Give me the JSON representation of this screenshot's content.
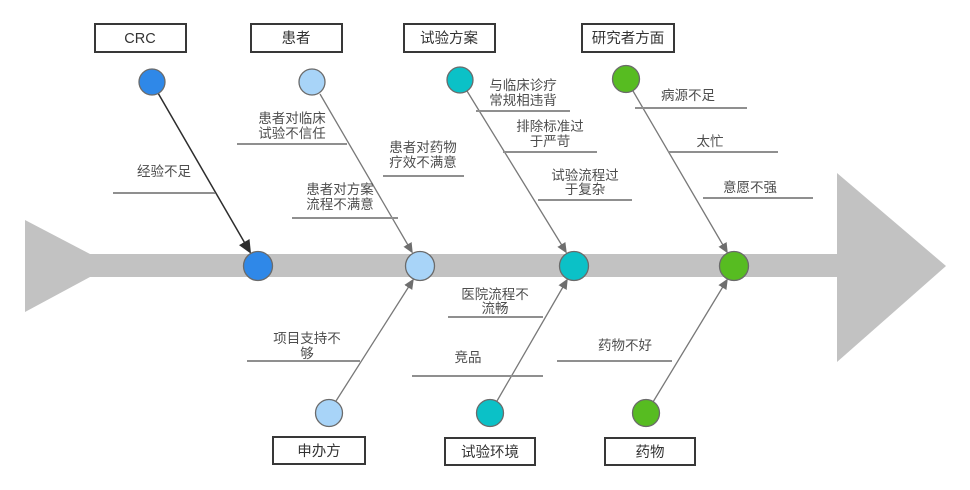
{
  "diagram_type": "fishbone-cause-effect",
  "colors": {
    "spine_gray": "#c2c2c2",
    "crc_blue": "#2f88e8",
    "patient_light_blue": "#a8d4f8",
    "protocol_teal": "#0bc1c7",
    "researcher_green": "#57bc21",
    "branch_line": "#787878",
    "box_border": "#383838",
    "label_text": "#4d4d4d"
  },
  "nodes": {
    "crc": {
      "label": "CRC"
    },
    "patient": {
      "label": "患者"
    },
    "protocol": {
      "label": "试验方案"
    },
    "researcher": {
      "label": "研究者方面"
    },
    "sponsor": {
      "label": "申办方"
    },
    "environment": {
      "label": "试验环境"
    },
    "drug": {
      "label": "药物"
    }
  },
  "causes": {
    "crc_1": {
      "lines": [
        "经验不足"
      ]
    },
    "patient_1": {
      "lines": [
        "患者对临床",
        "试验不信任"
      ]
    },
    "patient_2": {
      "lines": [
        "患者对方案",
        "流程不满意"
      ]
    },
    "patient_3": {
      "lines": [
        "患者对药物",
        "疗效不满意"
      ]
    },
    "protocol_1": {
      "lines": [
        "与临床诊疗",
        "常规相违背"
      ]
    },
    "protocol_2": {
      "lines": [
        "排除标准过",
        "于严苛"
      ]
    },
    "protocol_3": {
      "lines": [
        "试验流程过",
        "于复杂"
      ]
    },
    "researcher_1": {
      "lines": [
        "病源不足"
      ]
    },
    "researcher_2": {
      "lines": [
        "太忙"
      ]
    },
    "researcher_3": {
      "lines": [
        "意愿不强"
      ]
    },
    "sponsor_1": {
      "lines": [
        "项目支持不",
        "够"
      ]
    },
    "environment_1": {
      "lines": [
        "医院流程不",
        "流畅"
      ]
    },
    "environment_2": {
      "lines": [
        "竞品"
      ]
    },
    "drug_1": {
      "lines": [
        "药物不好"
      ]
    }
  }
}
